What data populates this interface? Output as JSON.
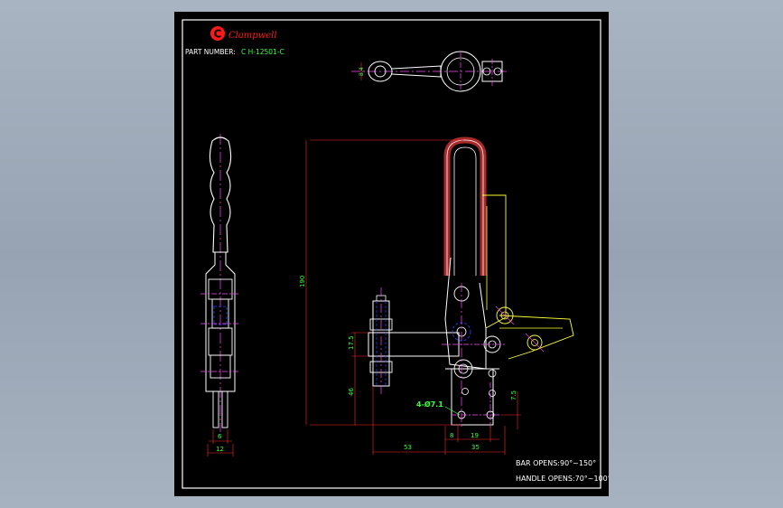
{
  "colors": {
    "background": "#9ea9b7",
    "sheet": "#000000",
    "border": "#ffffff",
    "outline": "#ffffff",
    "dimension": "#ff2a2a",
    "dim_text": "#39ff39",
    "centerline": "#ff44ff",
    "hidden": "#2a3cff",
    "handle_hatch": "#a82a2a",
    "phantom": "#ffff33",
    "logo": "#ff1a1a"
  },
  "logo": {
    "letter": "C",
    "brand": "Clampwell"
  },
  "part_number": {
    "label": "PART NUMBER:",
    "value": "C H-12501-C"
  },
  "dimensions": {
    "d190": "190",
    "d17_5": "17.5",
    "d46": "46",
    "d7_5": "7.5",
    "d8_4": "8.4",
    "d6": "6",
    "d12": "12",
    "d53": "53",
    "d8": "8",
    "d19": "19",
    "d35": "35",
    "holes": "4-Ø7.1"
  },
  "notes": {
    "bar_opens": "BAR OPENS:90°~150°",
    "handle_opens": "HANDLE OPENS:70°~100°"
  }
}
